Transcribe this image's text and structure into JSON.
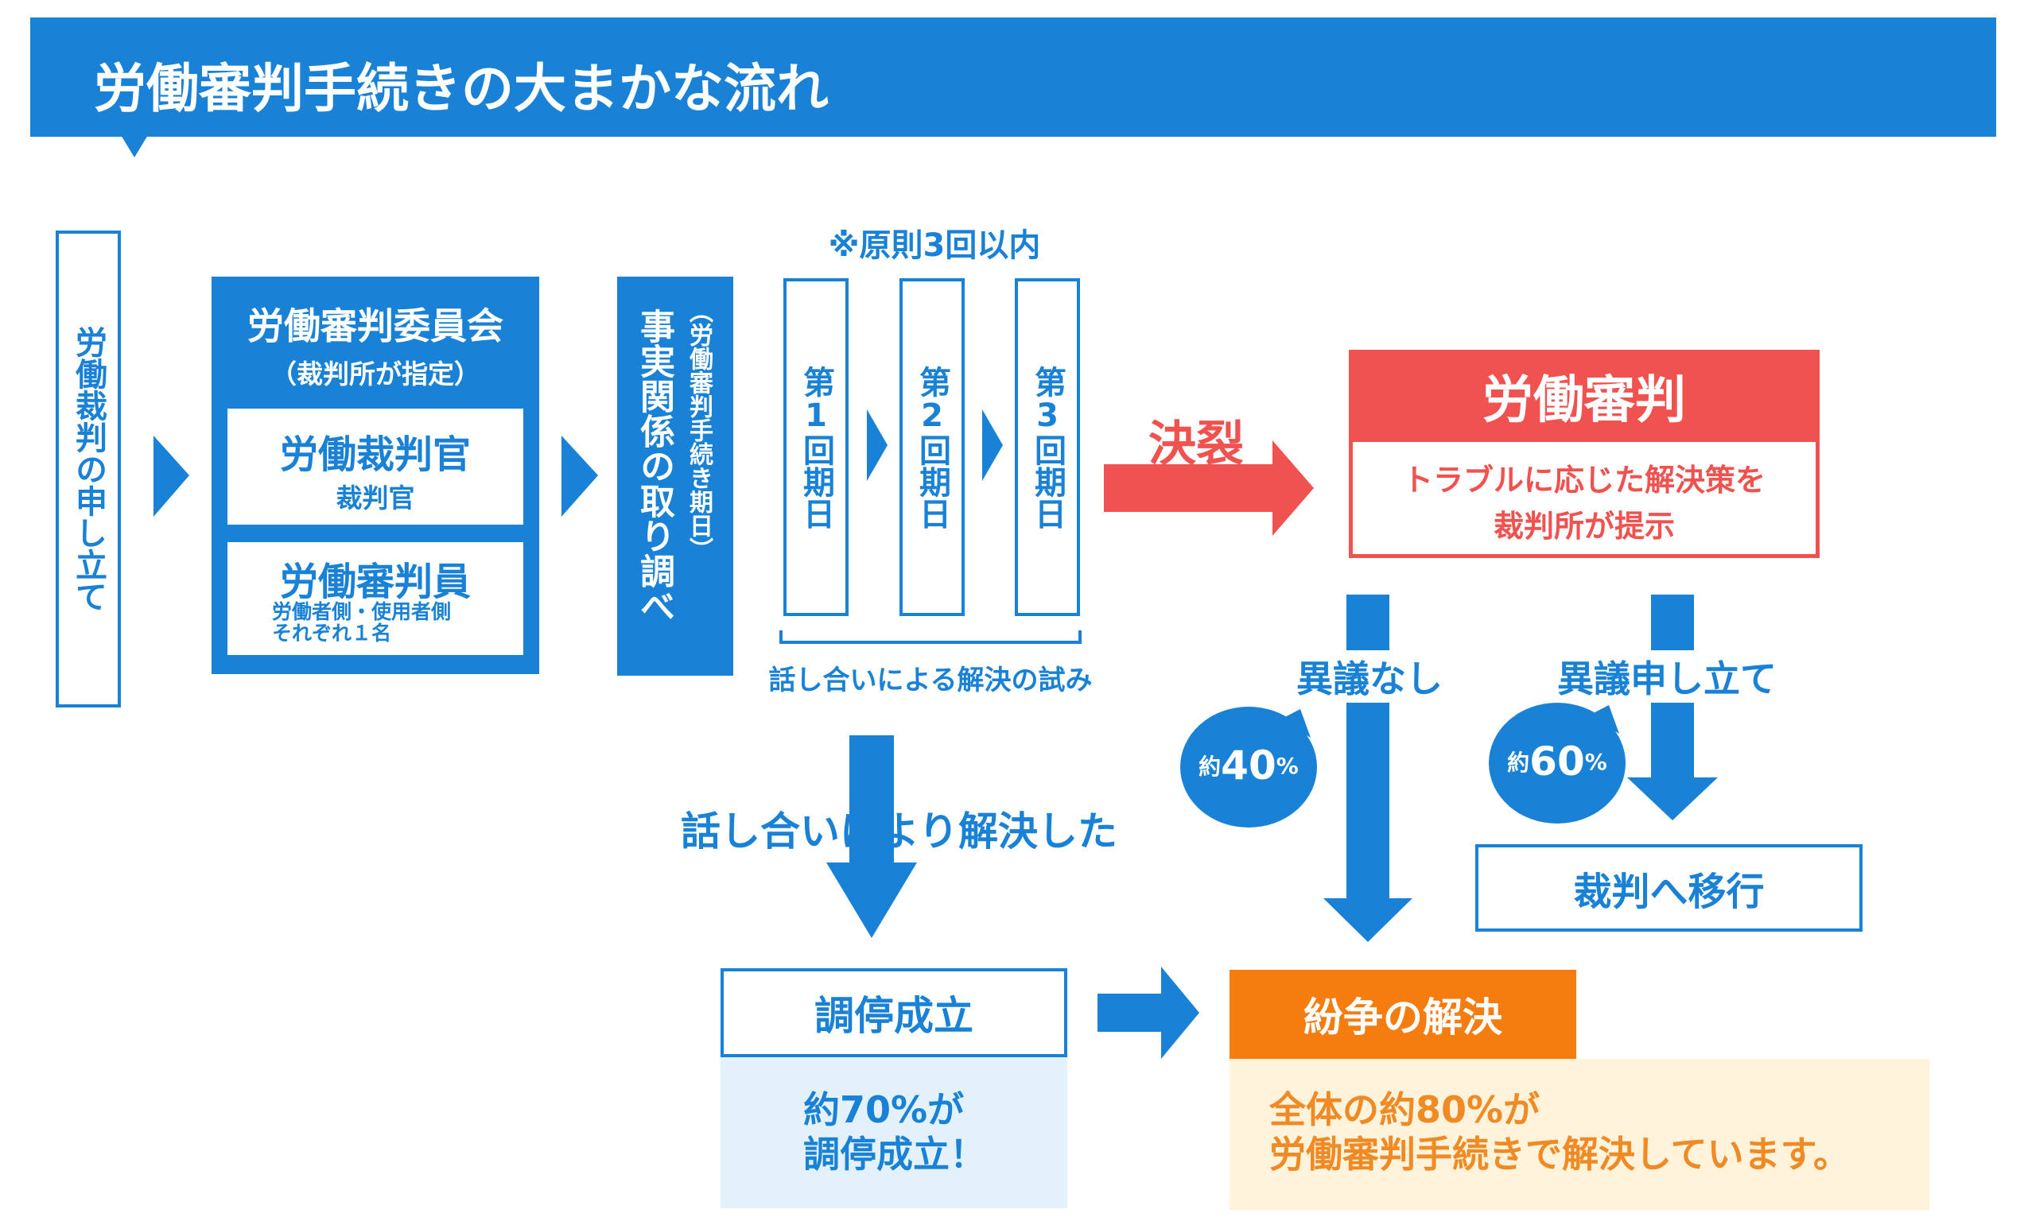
{
  "header": {
    "title": "労働審判手続きの大まかな流れ"
  },
  "step_apply": {
    "label": "労働裁判の申し立て"
  },
  "committee": {
    "title": "労働審判委員会",
    "subtitle": "（裁判所が指定）",
    "judge_title": "労働裁判官",
    "judge_sub": "裁判官",
    "member_title": "労働審判員",
    "member_sub": "労働者側・使用者側\nそれぞれ１名"
  },
  "investigation": {
    "main": "事実関係の取り調べ",
    "sub": "（労働審判手続き期日）"
  },
  "sessions": {
    "note": "※原則3回以内",
    "items": [
      "第1回期日",
      "第2回期日",
      "第3回期日"
    ],
    "caption": "話し合いによる解決の試み"
  },
  "breakdown": {
    "label": "決裂"
  },
  "judgment": {
    "title": "労働審判",
    "desc": "トラブルに応じた解決策を\n裁判所が提示"
  },
  "no_objection": {
    "label": "異議なし",
    "rate_prefix": "約",
    "rate": "40",
    "rate_unit": "%"
  },
  "objection": {
    "label": "異議申し立て",
    "rate_prefix": "約",
    "rate": "60",
    "rate_unit": "%"
  },
  "to_trial": {
    "label": "裁判へ移行"
  },
  "talk": {
    "label": "話し合いにより解決した"
  },
  "mediation": {
    "title": "調停成立",
    "note": "約70%が\n調停成立！"
  },
  "resolution": {
    "title": "紛争の解決",
    "note": "全体の約80%が\n労働審判手続きで解決しています。"
  },
  "colors": {
    "blue": "#1a82d6",
    "red": "#f0524f",
    "orange": "#f57c0f",
    "orange_text": "#f08a24",
    "light_blue_bg": "#e3f1fb",
    "light_orange_bg": "#fff3dc",
    "text_dark": "#3a3a3a"
  }
}
